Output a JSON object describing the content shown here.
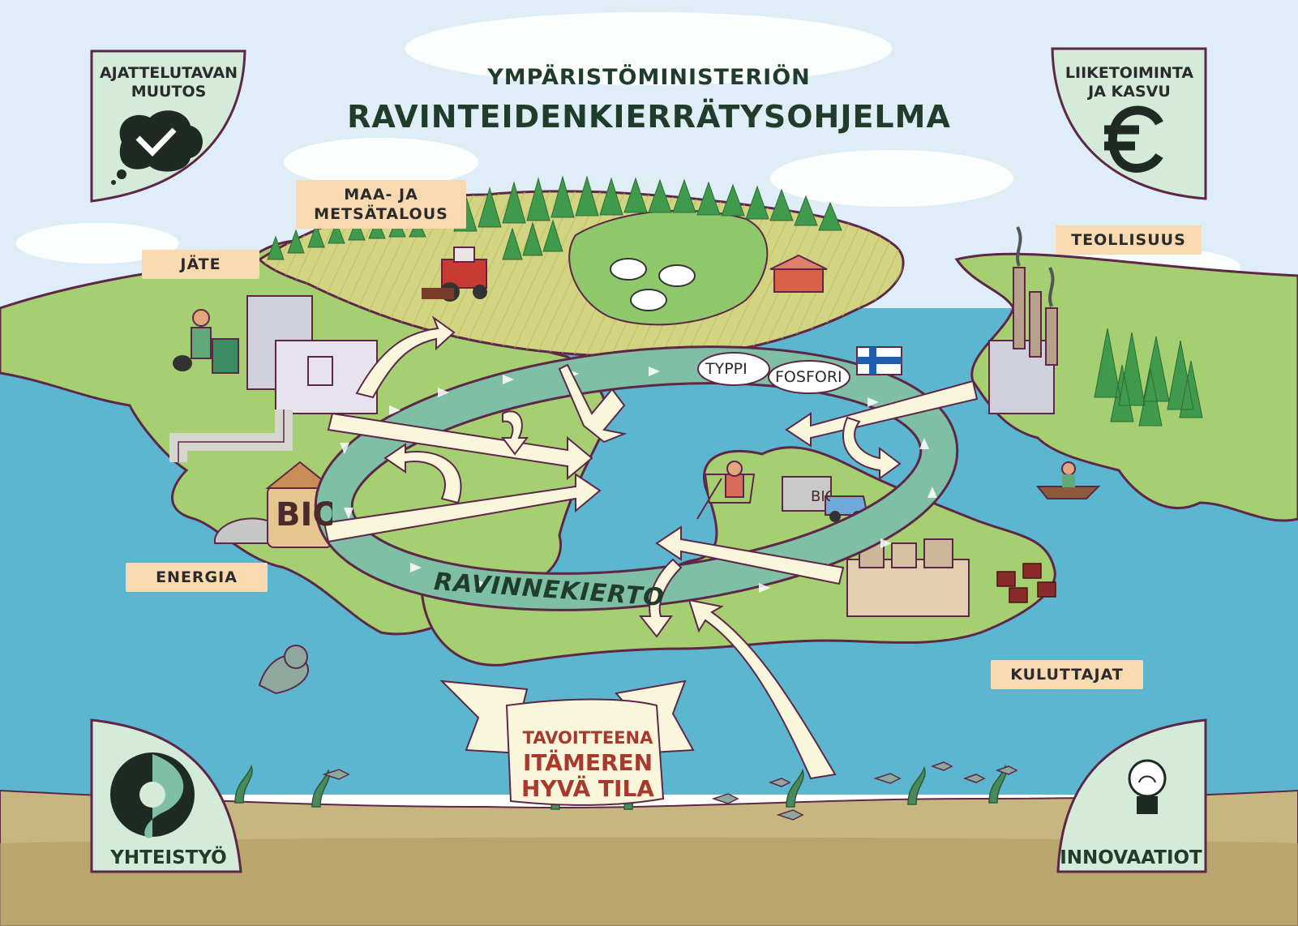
{
  "header": {
    "subtitle": "YMPÄRISTÖMINISTERIÖN",
    "title": "RAVINTEIDENKIERRÄTYSOHJELMA"
  },
  "corners": {
    "top_left": {
      "title_lines": [
        "AJATTELUTAVAN",
        "MUUTOS"
      ],
      "icon": "heart-thought-bubble-icon"
    },
    "top_right": {
      "title_lines": [
        "LIIKETOIMINTA",
        "JA KASVU"
      ],
      "icon": "euro-icon"
    },
    "bottom_left": {
      "label": "YHTEISTYÖ",
      "icon": "holding-hands-circle-icon"
    },
    "bottom_right": {
      "label": "INNOVAATIOT",
      "icon": "lightbulb-icon"
    }
  },
  "sectors": {
    "maa_metsa": [
      "MAA- JA",
      "METSÄTALOUS"
    ],
    "jate": "JÄTE",
    "teollisuus": "TEOLLISUUS",
    "energia": "ENERGIA",
    "kuluttajat": "KULUTTAJAT"
  },
  "cycle": {
    "label": "RAVINNEKIERTO",
    "bubbles": [
      "TYPPI",
      "FOSFORI"
    ]
  },
  "tank_label": "BIO",
  "truck_label": "BIO",
  "goal": {
    "line1": "TAVOITTEENA",
    "line2": "ITÄMEREN",
    "line3": "HYVÄ TILA"
  },
  "colors": {
    "sky": "#dfeef6",
    "sea": "#5cb6cf",
    "land": "#a5cf71",
    "field": "#d3d482",
    "cycle": "#7fbfa5",
    "arrow": "#faf6dc",
    "corner": "#d4ebd9",
    "outline": "#5e2748",
    "tag": "#f8d9b0",
    "goal_text": "#a73a2d",
    "dark_text": "#1f3d2a"
  }
}
